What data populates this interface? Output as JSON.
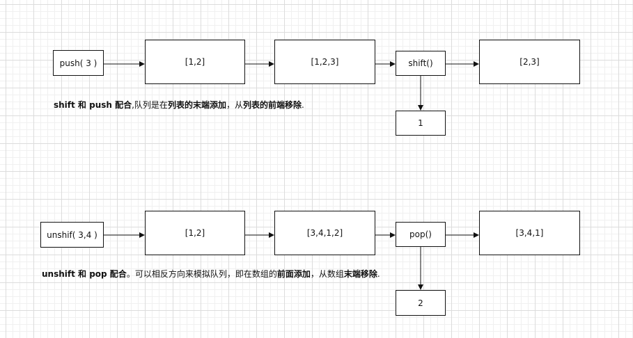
{
  "diagram1": {
    "push": "push( 3 )",
    "arr_a": "[1,2]",
    "arr_b": "[1,2,3]",
    "op": "shift()",
    "arr_c": "[2,3]",
    "output": "1",
    "caption": {
      "p1": "shift 和 push 配合",
      "p2": ",队列是在",
      "p3": "列表的末端添加",
      "p4": "，从",
      "p5": "列表的前端移除",
      "p6": "."
    }
  },
  "diagram2": {
    "unshift": "unshif( 3,4 )",
    "arr_a": "[1,2]",
    "arr_b": "[3,4,1,2]",
    "op": "pop()",
    "arr_c": "[3,4,1]",
    "output": "2",
    "caption": {
      "p1": "unshift 和 pop 配合",
      "p2": "。可以相反方向来模拟队列，即在数组的",
      "p3": "前面添加",
      "p4": "，从数组",
      "p5": "末端移除",
      "p6": "."
    }
  }
}
